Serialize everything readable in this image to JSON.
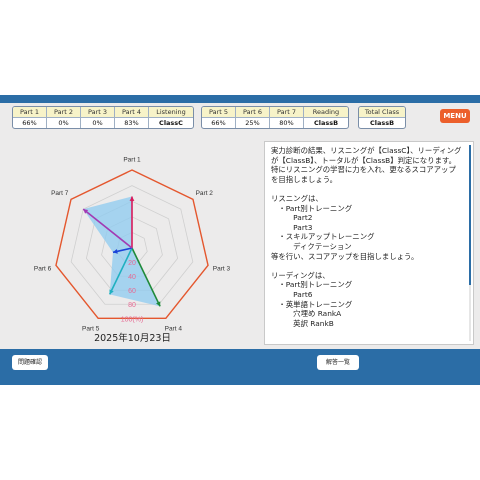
{
  "header": {
    "group1": [
      {
        "label": "Part 1",
        "value": "66%"
      },
      {
        "label": "Part 2",
        "value": "0%"
      },
      {
        "label": "Part 3",
        "value": "0%"
      },
      {
        "label": "Part 4",
        "value": "83%"
      },
      {
        "label": "Listening",
        "value": "ClassC"
      }
    ],
    "group2": [
      {
        "label": "Part 5",
        "value": "66%"
      },
      {
        "label": "Part 6",
        "value": "25%"
      },
      {
        "label": "Part 7",
        "value": "80%"
      },
      {
        "label": "Reading",
        "value": "ClassB"
      }
    ],
    "total": {
      "label": "Total Class",
      "value": "ClassB"
    },
    "menu_label": "MENU"
  },
  "radar": {
    "axes": [
      "Part 1",
      "Part 2",
      "Part 3",
      "Part 4",
      "Part 5",
      "Part 6",
      "Part 7"
    ],
    "scale_labels": [
      "20",
      "40",
      "60",
      "80",
      "100(%)"
    ],
    "date": "2025年10月23日",
    "colors": {
      "outline": "#e4572e",
      "fill": "#8ecbf0",
      "part1": "#d91a5a",
      "part7": "#a23ab3",
      "part4": "#1f8a3a",
      "part6": "#1b44d8",
      "part5": "#20b0c0",
      "scale_text": "#e66a93"
    }
  },
  "chart_data": {
    "type": "radar",
    "categories": [
      "Part 1",
      "Part 2",
      "Part 3",
      "Part 4",
      "Part 5",
      "Part 6",
      "Part 7"
    ],
    "values": [
      66,
      0,
      0,
      83,
      66,
      25,
      80
    ],
    "ylim": [
      0,
      100
    ]
  },
  "advice": {
    "text": "実力診断の結果、リスニングが【ClassC】、リーディング\nが【ClassB】、トータルが【ClassB】判定になります。\n特にリスニングの学習に力を入れ、更なるスコアアップ\nを目指しましょう。\n\nリスニングは、\n　・Part別トレーニング\n　　　Part2\n　　　Part3\n　・スキルアップトレーニング\n　　　ディクテーション\n等を行い、スコアアップを目指しましょう。\n\nリーディングは、\n　・Part別トレーニング\n　　　Part6\n　・英単語トレーニング\n　　　穴埋め RankA\n　　　英訳 RankB"
  },
  "footer": {
    "left_button": "問題確認",
    "right_button": "解答一覧"
  }
}
